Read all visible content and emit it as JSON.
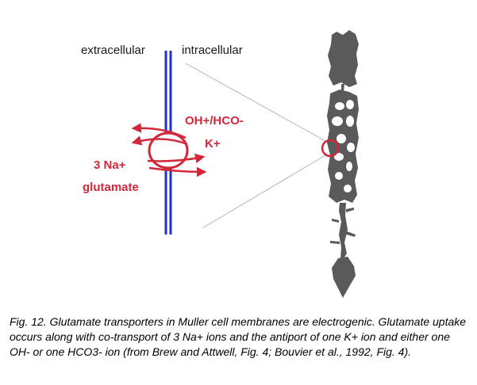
{
  "diagram": {
    "side_left_label": "extracellular",
    "side_right_label": "intracellular",
    "ion_labels": {
      "oh_hco": "OH+/HCO-",
      "k": "K+",
      "na": "3 Na+",
      "glutamate": "glutamate"
    },
    "colors": {
      "membrane": "#1f2fd0",
      "transporter": "#d1283a",
      "cell_tissue": "#5a5a5a",
      "zoom_lines": "#b5b5b5",
      "label_text": "#1a1a1a"
    }
  },
  "caption": "Fig. 12. Glutamate transporters in Muller cell membranes are electrogenic. Glutamate uptake occurs along with co-transport of 3 Na+ ions and the antiport of one K+ ion and either one OH- or one HCO3- ion (from Brew and Attwell, Fig. 4; Bouvier et al., 1992, Fig. 4)."
}
